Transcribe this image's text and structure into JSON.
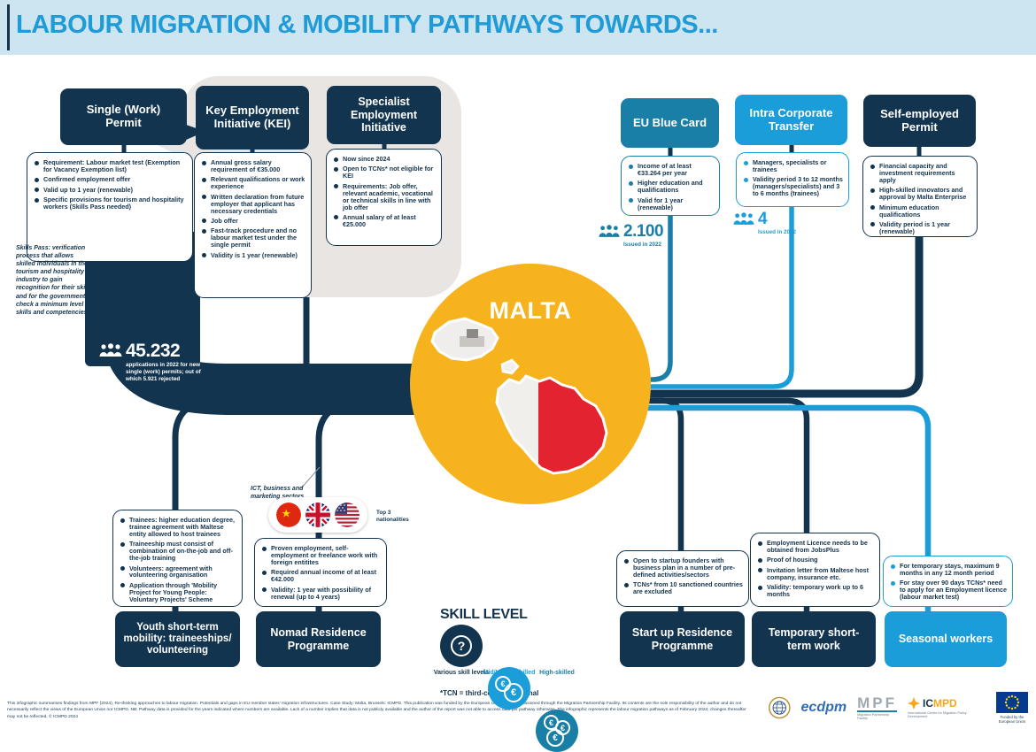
{
  "header": {
    "title": "LABOUR MIGRATION & MOBILITY PATHWAYS TOWARDS..."
  },
  "center": {
    "label": "MALTA"
  },
  "p": {
    "single": {
      "title": "Single (Work) Permit",
      "bullets": [
        "Requirement: Labour market test (Exemption for Vacancy Exemption list)",
        "Confirmed employment offer",
        "Valid up to 1 year (renewable)",
        "Specific provisions for tourism and hospitality workers (Skills Pass needed)"
      ],
      "note": "Skills Pass: verification process that allows skilled individuals in the tourism and hospitality industry to gain recognition for their skills and for the government to check a minimum level of skills and competencies.",
      "stat_value": "45.232",
      "stat_label": "applications in 2022 for new single (work) permits; out of which 5.921 rejected"
    },
    "kei": {
      "title": "Key Employment Initiative (KEI)",
      "bullets": [
        "Annual gross salary requirement of €35.000",
        "Relevant qualifications or work experience",
        "Written declaration from future employer that applicant has necessary credentials",
        "Job offer",
        "Fast-track procedure and no labour market test under the single permit",
        "Validity is 1 year (renewable)"
      ]
    },
    "spec": {
      "title": "Specialist Employment Initiative",
      "bullets": [
        "Now since 2024",
        "Open to TCNs* not eligible for KEI",
        "Requirements: Job offer, relevant academic, vocational or technical skills in line with job offer",
        "Annual salary of at least €25.000"
      ]
    },
    "blue": {
      "title": "EU Blue Card",
      "bullets": [
        "Income of at least €33.264 per year",
        "Higher education and qualifications",
        "Valid for 1 year (renewable)"
      ],
      "stat_value": "2.100",
      "stat_label": "Issued in 2022"
    },
    "ict": {
      "title": "Intra Corporate Transfer",
      "bullets": [
        "Managers, specialists or trainees",
        "Validity period 3 to 12 months (managers/specialists) and 3 to 6 months (trainees)"
      ],
      "stat_value": "4",
      "stat_label": "Issued in 2022"
    },
    "selfp": {
      "title": "Self-employed Permit",
      "bullets": [
        "Financial capacity and investment requirements apply",
        "High-skilled innovators and approval by Malta Enterprise",
        "Minimum education qualifications",
        "Validity period is 1 year (renewable)"
      ]
    },
    "youth": {
      "title": "Youth short-term mobility: traineeships/ volunteering",
      "bullets": [
        "Trainees: higher education degree, trainee agreement with Maltese entity allowed to host trainees",
        "Traineeship must consist of combination of on-the-job and off-the-job training",
        "Volunteers: agreement with volunteering organisation",
        "Application through 'Mobility Project for Young People: Voluntary Projects' Scheme"
      ]
    },
    "nomad": {
      "title": "Nomad Residence Programme",
      "sector_note": "ICT, business and marketing sectors",
      "flags_label": "Top 3 nationalities",
      "bullets": [
        "Proven employment, self-employment or freelance work with foreign entitites",
        "Required annual income of at least €42.000",
        "Validity: 1 year with possibility of renewal (up to 4 years)"
      ]
    },
    "startup": {
      "title": "Start up Residence Programme",
      "bullets": [
        "Open to startup founders with business plan in a number of pre-defined activities/sectors",
        "TCNs* from 10 sanctioned countries are excluded"
      ]
    },
    "temp": {
      "title": "Temporary short-term work",
      "bullets": [
        "Employment Licence needs to be obtained from JobsPlus",
        "Proof of housing",
        "Invitation letter from Maltese host company, insurance etc.",
        "Validity: temporary work up to 6 months"
      ]
    },
    "seasonal": {
      "title": "Seasonal workers",
      "bullets": [
        "For temporary stays, maximum 9 months in any 12 month period",
        "For stay over 90 days TCNs* need to apply for an Employment licence (labour market test)"
      ]
    }
  },
  "legend": {
    "title": "SKILL LEVEL",
    "items": [
      "Various skill levels",
      "Mid/Lower-skilled",
      "High-skilled"
    ],
    "footnote": "*TCN = third-country national"
  },
  "footer": {
    "text": "This infographic summarises findings from MPF (2024), Re-thinking approaches to labour migration. Potentials and gaps in EU member states' migration infrastructures. Case Study: Malta, Brussels: ICMPD. This publication was funded by the European Union and commissioned through the Migration Partnership Facility. Its contents are the sole responsibility of the author and do not necessarily reflect the views of the European Union nor ICMPD. NB: Pathway data is provided for the years indicated where numbers are available. Lack of a number implies that data is not publicly available and the author of the report was not able to access data per pathway otherwise. The infographic represents the labour migration pathways as of February 2024; changes thereafter may not be reflected. © ICMPD 2024",
    "logos": {
      "ecdpm": "ecdpm",
      "mpf": "MPF",
      "mpf_caption": "Migration Partnership Facility",
      "icmpd": "ICMPD",
      "icmpd_caption": "International Centre for Migration Policy Development",
      "eu_caption": "Funded by the European Union"
    }
  },
  "colors": {
    "navy": "#12344f",
    "teal": "#1a7fa6",
    "lightblue": "#1b9dd9",
    "yellow": "#f6b31d",
    "red": "#e42330",
    "title_blue": "#1f9bd7",
    "header_bg": "#cde4f1"
  }
}
